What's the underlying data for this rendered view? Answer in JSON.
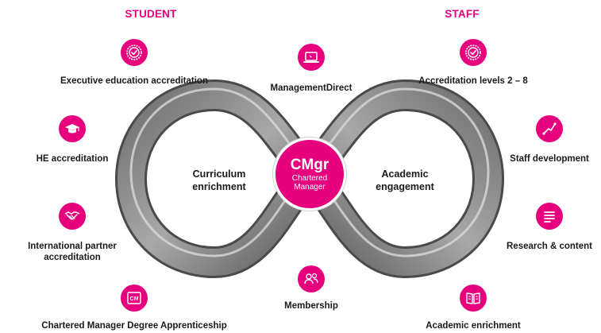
{
  "headers": {
    "student": "STUDENT",
    "staff": "STAFF"
  },
  "center": {
    "title": "CMgr",
    "subtitle": "Chartered Manager"
  },
  "inner": {
    "left": "Curriculum enrichment",
    "right": "Academic engagement"
  },
  "student_items": [
    {
      "label": "Executive education accreditation",
      "icon": "badge-check-icon"
    },
    {
      "label": "HE accreditation",
      "icon": "graduation-cap-icon"
    },
    {
      "label": "International partner accreditation",
      "icon": "handshake-icon"
    },
    {
      "label": "Chartered Manager Degree Apprenticeship",
      "icon": "cm-badge-icon",
      "icon_text": "CM"
    }
  ],
  "middle_items": [
    {
      "label": "ManagementDirect",
      "icon": "laptop-icon"
    },
    {
      "label": "Membership",
      "icon": "people-icon"
    }
  ],
  "staff_items": [
    {
      "label": "Accreditation levels 2 – 8",
      "icon": "check-circle-icon"
    },
    {
      "label": "Staff development",
      "icon": "growth-line-icon"
    },
    {
      "label": "Research & content",
      "icon": "document-lines-icon"
    },
    {
      "label": "Academic enrichment",
      "icon": "open-book-icon"
    }
  ],
  "colors": {
    "accent": "#e6007e",
    "loop": "#8c8c8c",
    "text": "#1a1a1a"
  }
}
